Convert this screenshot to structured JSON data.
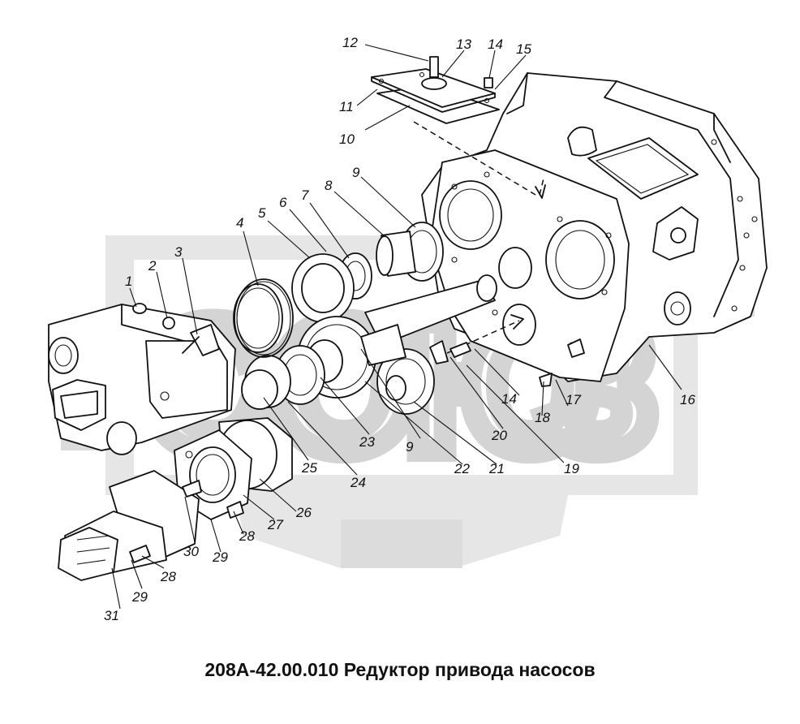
{
  "caption": "208А-42.00.010 Редуктор привода насосов",
  "watermark_color": "#d9d9d9",
  "watermark_letters": [
    "С",
    "О",
    "Ю",
    "З"
  ],
  "labels": {
    "l1": "1",
    "l2": "2",
    "l3": "3",
    "l4": "4",
    "l5": "5",
    "l6": "6",
    "l7": "7",
    "l8": "8",
    "l9a": "9",
    "l9b": "9",
    "l10": "10",
    "l11": "11",
    "l12": "12",
    "l13": "13",
    "l14a": "14",
    "l14b": "14",
    "l15": "15",
    "l16": "16",
    "l17": "17",
    "l18": "18",
    "l19": "19",
    "l20": "20",
    "l21": "21",
    "l22": "22",
    "l23": "23",
    "l24": "24",
    "l25": "25",
    "l26": "26",
    "l27": "27",
    "l28a": "28",
    "l28b": "28",
    "l29a": "29",
    "l29b": "29",
    "l30": "30",
    "l31": "31"
  }
}
